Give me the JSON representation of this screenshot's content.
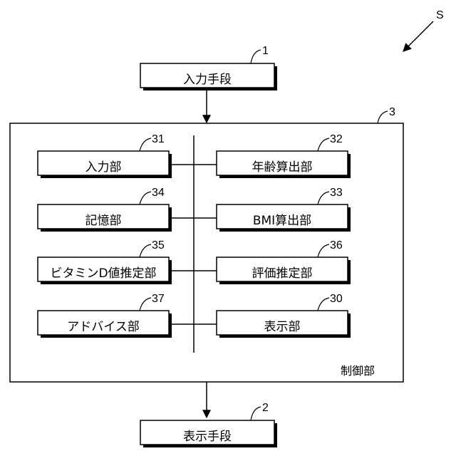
{
  "system_ref": "S",
  "input_means": {
    "label": "入力手段",
    "ref": "1"
  },
  "display_means": {
    "label": "表示手段",
    "ref": "2"
  },
  "control_unit": {
    "label": "制御部",
    "ref": "3"
  },
  "units": {
    "input": {
      "label": "入力部",
      "ref": "31"
    },
    "age_calc": {
      "label": "年齢算出部",
      "ref": "32"
    },
    "memory": {
      "label": "記憶部",
      "ref": "34"
    },
    "bmi_calc": {
      "label": "BMI算出部",
      "ref": "33"
    },
    "vitamin_d": {
      "label": "ビタミンD値推定部",
      "ref": "35"
    },
    "evaluation": {
      "label": "評価推定部",
      "ref": "36"
    },
    "advice": {
      "label": "アドバイス部",
      "ref": "37"
    },
    "display": {
      "label": "表示部",
      "ref": "30"
    }
  }
}
